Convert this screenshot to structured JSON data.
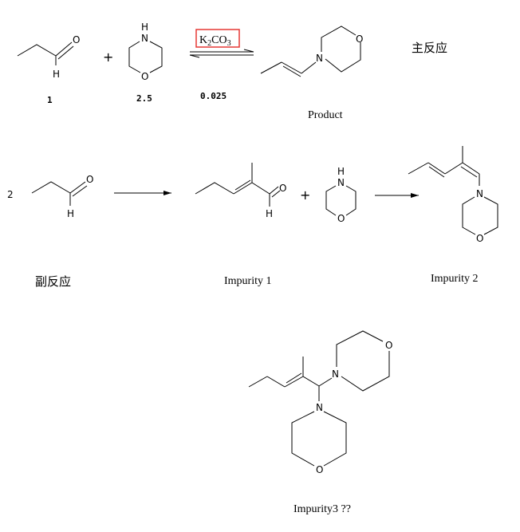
{
  "atoms": {
    "O": "O",
    "H": "H",
    "N": "N"
  },
  "main_reaction": {
    "plus": "+",
    "reagent_k": "K",
    "reagent_k_sub": "2",
    "reagent_co": "CO",
    "reagent_co_sub": "3",
    "eq_propanal": "1",
    "eq_morpholine": "2.5",
    "eq_k2co3": "0.025",
    "product_label": "Product",
    "title": "主反应"
  },
  "side_reaction": {
    "coefficient": "2",
    "plus": "+",
    "title": "副反应",
    "impurity1_label": "Impurity 1",
    "impurity2_label": "Impurity 2",
    "impurity3_label": "Impurity3  ??"
  },
  "colors": {
    "highlight_box": "#e53935"
  }
}
